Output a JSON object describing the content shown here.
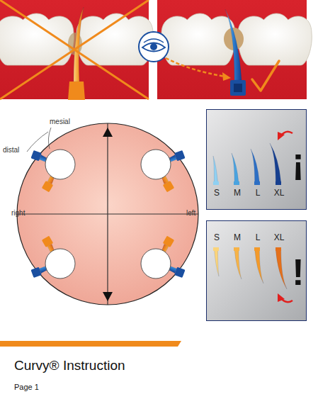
{
  "diagram": {
    "title": "Curvy® Instruction",
    "nodes": [
      {
        "text": [
          "S",
          "M",
          "L",
          "XL",
          "¡"
        ]
      },
      {
        "text": [
          "S",
          "M",
          "L",
          "XL",
          "!"
        ]
      }
    ],
    "labels": [
      "mesial",
      "distal",
      "right",
      "left",
      "Page 1"
    ]
  }
}
